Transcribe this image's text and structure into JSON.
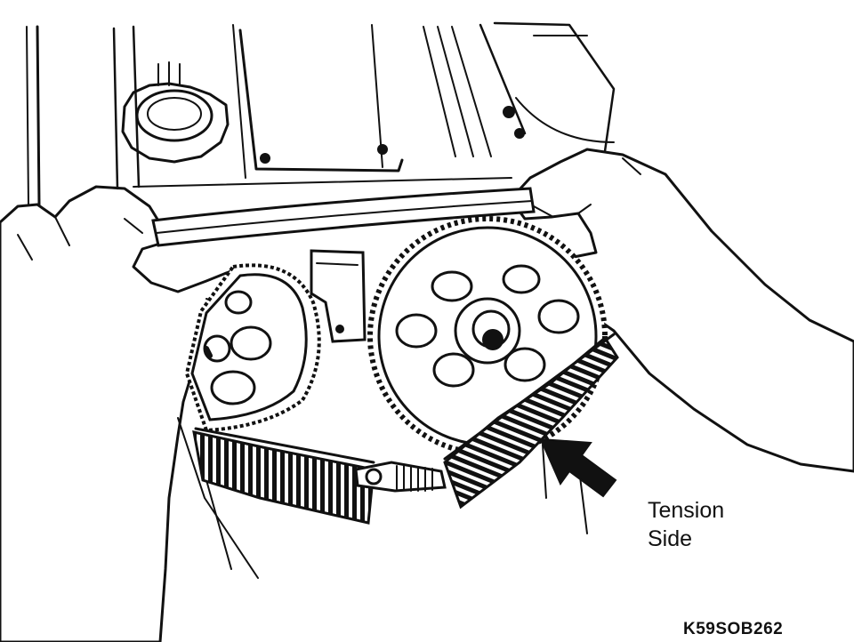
{
  "callout": {
    "line1": "Tension",
    "line2": "Side"
  },
  "figure_code": "K59SOB262",
  "icons": {
    "arrow": "arrow-pointing-to-belt-icon",
    "cap": "oil-filler-cap-icon"
  },
  "colors": {
    "ink": "#111111",
    "paper": "#ffffff"
  }
}
